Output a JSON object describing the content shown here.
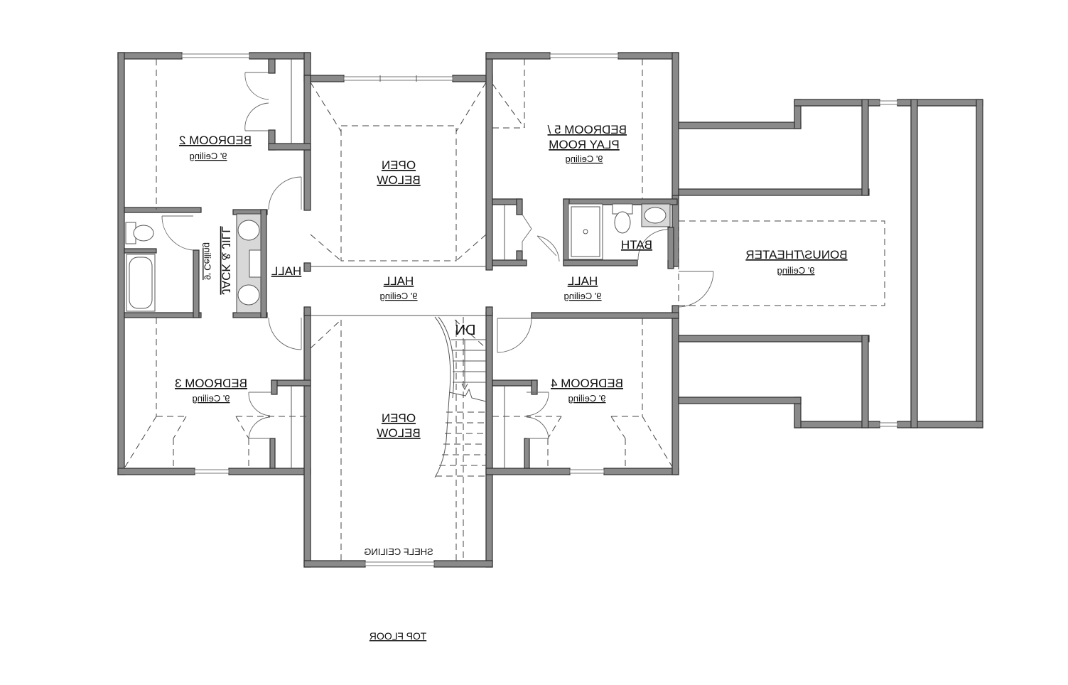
{
  "drawing": {
    "title": "TOP FLOOR",
    "orientation_note": "mirrored",
    "colors": {
      "wall_fill": "#8a8a8a",
      "wall_stroke": "#2e2e2e",
      "background": "#ffffff",
      "text": "#111111"
    }
  },
  "rooms": {
    "bedroom2": {
      "name": "BEDROOM 2",
      "ceiling": "9' Ceiling"
    },
    "open_below_top": {
      "line1": "OPEN",
      "line2": "BELOW"
    },
    "bedroom5": {
      "line1": "BEDROOM 5 /",
      "line2": "PLAY ROOM",
      "ceiling": "9' Ceiling"
    },
    "jack_jill": {
      "name": "JACK & JILL",
      "ceiling": "9' Ceiling"
    },
    "hall_left": {
      "name": "HALL"
    },
    "hall_center": {
      "name": "HALL",
      "ceiling": "9' Ceiling"
    },
    "hall_right": {
      "name": "HALL",
      "ceiling": "9' Ceiling"
    },
    "bath": {
      "name": "BATH"
    },
    "bonus": {
      "name": "BONUS/THEATER",
      "ceiling": "9' Ceiling"
    },
    "bedroom3": {
      "name": "BEDROOM 3",
      "ceiling": "9' Ceiling"
    },
    "open_below_bottom": {
      "line1": "OPEN",
      "line2": "BELOW",
      "note": "SHELF CEILING"
    },
    "stairs": {
      "label": "DN"
    },
    "bedroom4": {
      "name": "BEDROOM 4",
      "ceiling": "9' Ceiling"
    }
  }
}
